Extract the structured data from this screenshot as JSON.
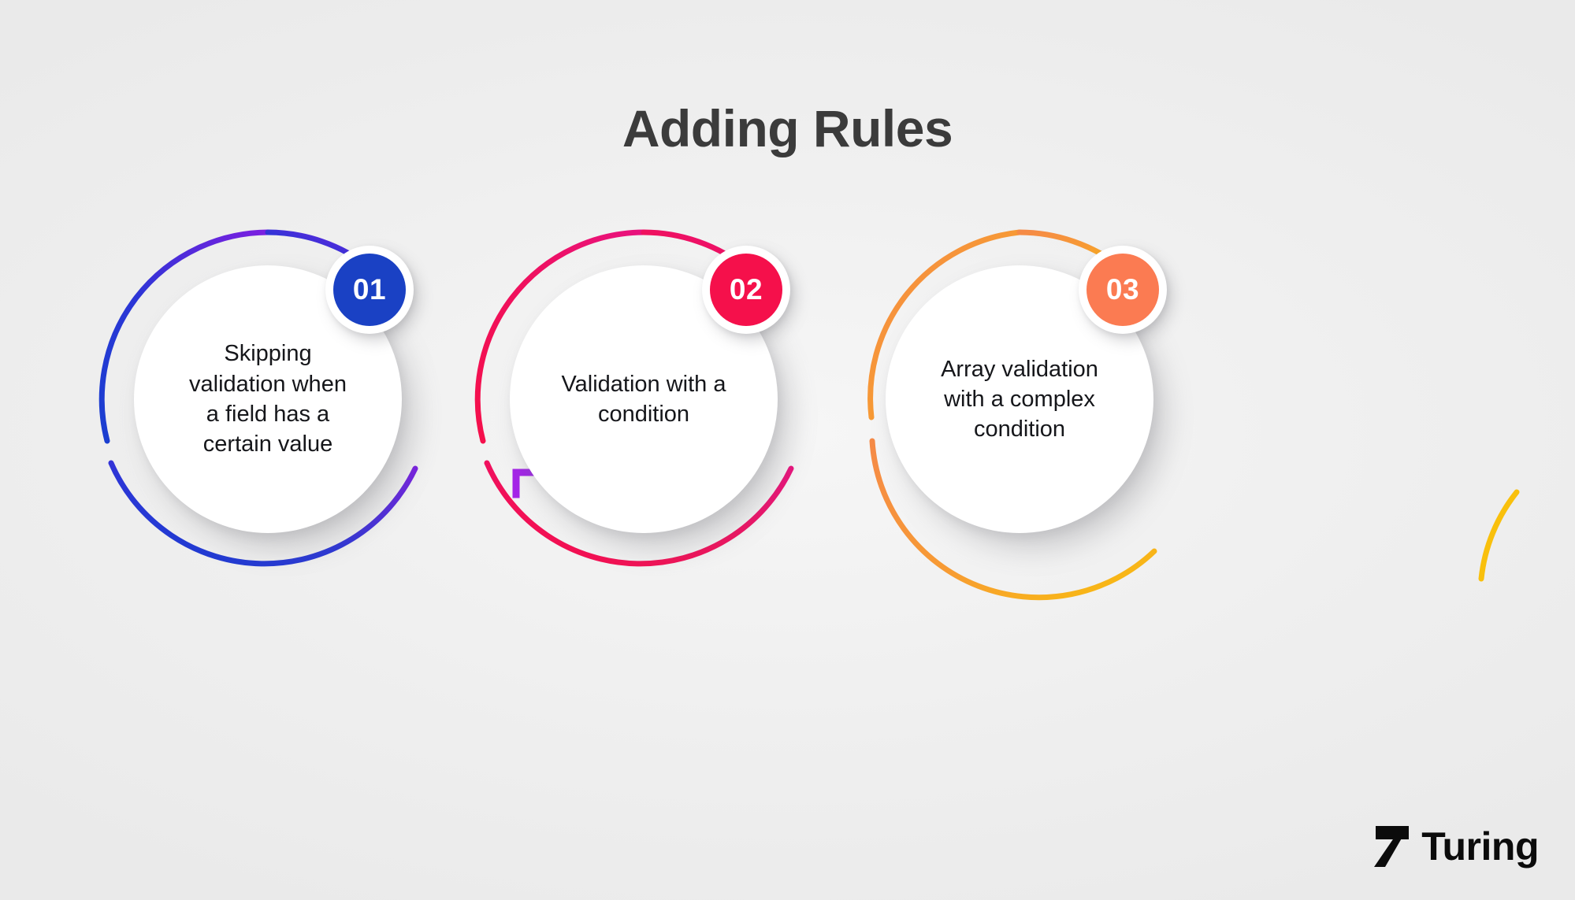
{
  "page": {
    "title": "Adding Rules",
    "background_color": "#f1f1f1",
    "title_color": "#3b3b3b"
  },
  "steps": [
    {
      "number": "01",
      "text": "Skipping\nvalidation when\na field has a\ncertain value",
      "badge_color": "#1a41c4",
      "ring_from": "#1a3fd0",
      "ring_to": "#7c1fe0"
    },
    {
      "number": "02",
      "text": "Validation with a\ncondition",
      "badge_color": "#f5104b",
      "ring_from": "#f5104b",
      "ring_to": "#e8127e"
    },
    {
      "number": "03",
      "text": "Array validation\nwith a complex\ncondition",
      "badge_color": "#fb7b52",
      "ring_from": "#f58a47",
      "ring_to": "#f9c00c"
    }
  ],
  "connectors": [
    {
      "name": "arrow-1-to-2",
      "from_color": "#a524e8",
      "to_color": "#2d2fb8"
    },
    {
      "name": "arrow-2-to-3",
      "from_color": "#c41ae0",
      "to_color": "#e8105a"
    }
  ],
  "branding": {
    "word": "Turing",
    "mark": "seven-mark",
    "color": "#0b0b0b"
  }
}
